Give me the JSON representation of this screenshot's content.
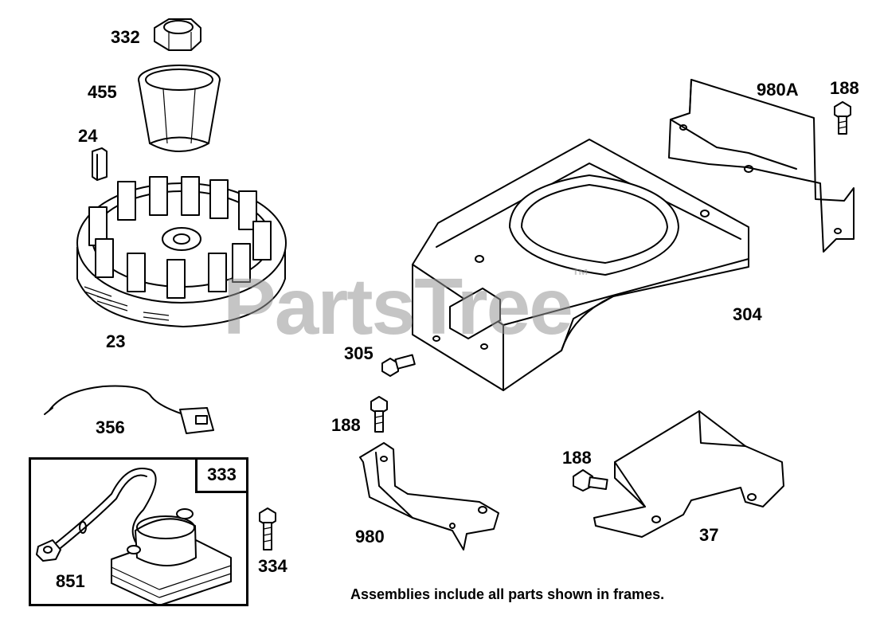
{
  "watermark": {
    "text": "PartsTree",
    "symbol": "™"
  },
  "parts": {
    "p332": "332",
    "p455": "455",
    "p24": "24",
    "p23": "23",
    "p356": "356",
    "p333": "333",
    "p851": "851",
    "p334": "334",
    "p305": "305",
    "p304": "304",
    "p980A": "980A",
    "p188_top": "188",
    "p188_mid": "188",
    "p188_right": "188",
    "p980": "980",
    "p37": "37"
  },
  "footnote": "Assemblies include all parts shown in frames."
}
